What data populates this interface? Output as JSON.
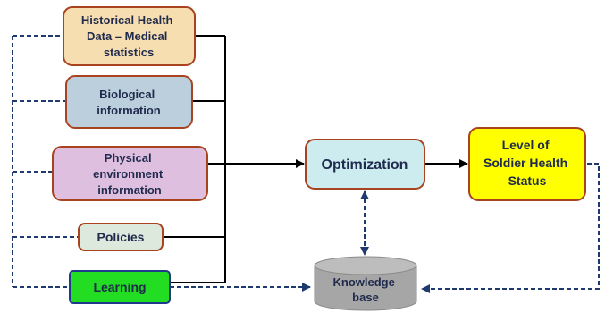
{
  "nodes": {
    "historical": {
      "lines": [
        "Historical Health",
        "Data – Medical",
        "statistics"
      ],
      "fill": "#f6deb0",
      "stroke": "#a8421f"
    },
    "biological": {
      "lines": [
        "Biological",
        "information"
      ],
      "fill": "#bccfdc",
      "stroke": "#a8421f"
    },
    "physical": {
      "lines": [
        "Physical",
        "environment",
        "information"
      ],
      "fill": "#dfbfdf",
      "stroke": "#a8421f"
    },
    "policies": {
      "lines": [
        "Policies"
      ],
      "fill": "#dce9dc",
      "stroke": "#a8421f"
    },
    "learning": {
      "lines": [
        "Learning"
      ],
      "fill": "#22dd22",
      "stroke": "#1f3a8a"
    },
    "optimization": {
      "lines": [
        "Optimization"
      ],
      "fill": "#ccecef",
      "stroke": "#a8421f"
    },
    "health_status": {
      "lines": [
        "Level of",
        "Soldier Health",
        "Status"
      ],
      "fill": "#ffff00",
      "stroke": "#a8421f"
    },
    "knowledge_base": {
      "lines": [
        "Knowledge",
        "base"
      ],
      "fill": "#a6a6a6",
      "stroke": "#8a8a8a"
    }
  },
  "colors": {
    "solid_line": "#000000",
    "dashed_line": "#1f3a6e"
  }
}
